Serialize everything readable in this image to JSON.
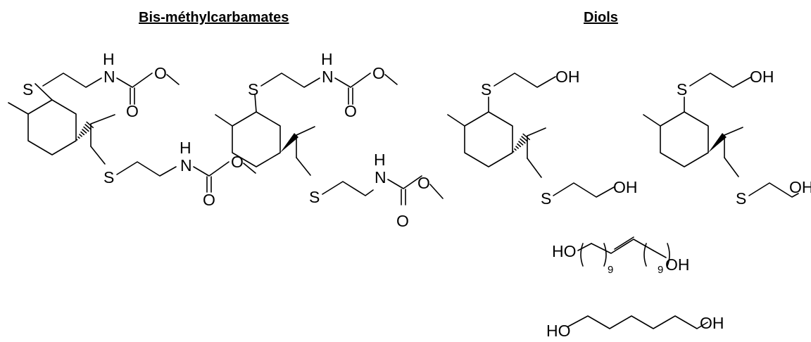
{
  "headings": {
    "carbamates": "Bis-méthylcarbamates",
    "diols": "Diols"
  },
  "atoms": {
    "sulfur": "S",
    "nitrogen": "N",
    "hydrogen": "H",
    "oxygen": "O",
    "hydroxyl": "OH",
    "hydroxyl_left": "HO",
    "repeat_count": "9"
  },
  "colors": {
    "ink": "#000000",
    "background": "#ffffff"
  }
}
